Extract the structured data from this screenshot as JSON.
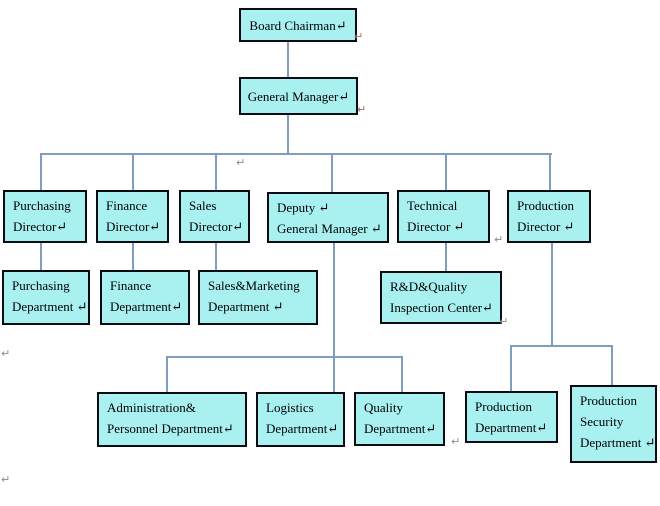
{
  "palette": {
    "box_fill": "#a9f1f1",
    "box_border": "#0b0b14",
    "connector_line": "#7f9dbd",
    "text": "#000000",
    "formatting_mark": "#8b8b8b"
  },
  "marks": {
    "glyph": "↵"
  },
  "boxes": {
    "board_chairman": {
      "lines": [
        "Board Chairman↵"
      ]
    },
    "general_manager": {
      "lines": [
        "General Manager↵"
      ]
    },
    "purchasing_director": {
      "lines": [
        "Purchasing",
        "Director↵"
      ]
    },
    "finance_director": {
      "lines": [
        "Finance",
        "Director↵"
      ]
    },
    "sales_director": {
      "lines": [
        "Sales",
        "Director↵"
      ]
    },
    "deputy_general_manager": {
      "lines": [
        "Deputy ↵",
        "General Manager ↵"
      ]
    },
    "technical_director": {
      "lines": [
        "Technical",
        "Director ↵"
      ]
    },
    "production_director": {
      "lines": [
        "Production",
        "Director ↵"
      ]
    },
    "purchasing_department": {
      "lines": [
        "Purchasing",
        "Department ↵"
      ]
    },
    "finance_department": {
      "lines": [
        "Finance",
        "Department↵"
      ]
    },
    "sales_marketing_department": {
      "lines": [
        "Sales&Marketing",
        "Department ↵"
      ]
    },
    "rd_quality_inspection_center": {
      "lines": [
        "R&D&Quality",
        "Inspection Center↵"
      ]
    },
    "admin_personnel_department": {
      "lines": [
        "Administration&",
        "Personnel Department↵"
      ]
    },
    "logistics_department": {
      "lines": [
        "Logistics",
        "Department↵"
      ]
    },
    "quality_department": {
      "lines": [
        "Quality",
        "Department↵"
      ]
    },
    "production_department": {
      "lines": [
        "Production",
        "Department↵"
      ]
    },
    "production_security_department": {
      "lines": [
        "Production",
        "Security",
        "Department ↵"
      ]
    }
  }
}
